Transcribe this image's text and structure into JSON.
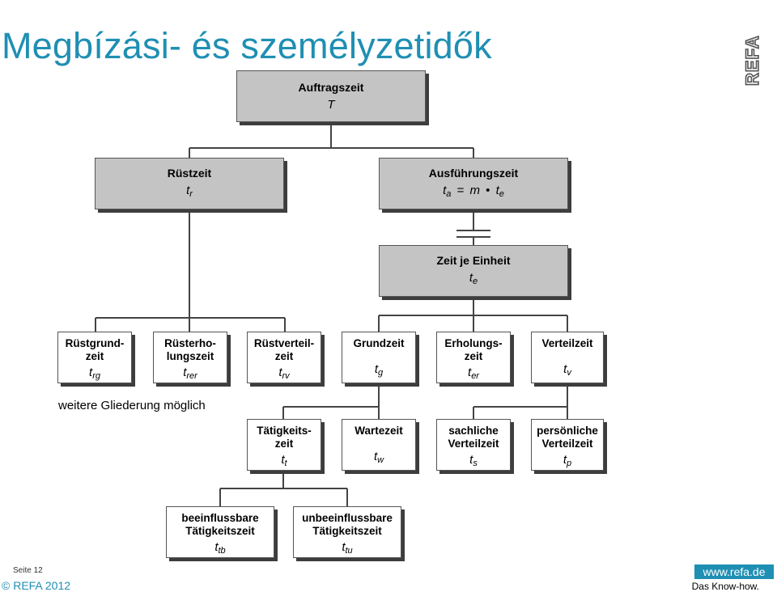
{
  "title": "Megbízási- és személyzetidők",
  "logo_text": "REFA",
  "nodes": {
    "auftragszeit": {
      "label": "Auftragszeit",
      "symbol": "T"
    },
    "ruestzeit": {
      "label": "Rüstzeit",
      "sym_base": "t",
      "sym_sub": "r"
    },
    "ausfuehrungszeit": {
      "label": "Ausführungszeit",
      "sym_a": "t",
      "sym_a_sub": "a",
      "eq": "=",
      "m": "m",
      "dot": "•",
      "sym_b": "t",
      "sym_b_sub": "e"
    },
    "zeit_je_einheit": {
      "label": "Zeit je Einheit",
      "sym_base": "t",
      "sym_sub": "e"
    },
    "ruestgrundzeit": {
      "label_1": "Rüstgrund-",
      "label_2": "zeit",
      "sym_base": "t",
      "sym_sub": "rg"
    },
    "ruesterholungszeit": {
      "label_1": "Rüsterho-",
      "label_2": "lungszeit",
      "sym_base": "t",
      "sym_sub": "rer"
    },
    "ruestverteilzeit": {
      "label_1": "Rüstverteil-",
      "label_2": "zeit",
      "sym_base": "t",
      "sym_sub": "rv"
    },
    "grundzeit": {
      "label": "Grundzeit",
      "sym_base": "t",
      "sym_sub": "g"
    },
    "erholungszeit": {
      "label_1": "Erholungs-",
      "label_2": "zeit",
      "sym_base": "t",
      "sym_sub": "er"
    },
    "verteilzeit": {
      "label": "Verteilzeit",
      "sym_base": "t",
      "sym_sub": "v"
    },
    "taetigkeitszeit": {
      "label_1": "Tätigkeits-",
      "label_2": "zeit",
      "sym_base": "t",
      "sym_sub": "t"
    },
    "wartezeit": {
      "label": "Wartezeit",
      "sym_base": "t",
      "sym_sub": "w"
    },
    "sachliche_verteilzeit": {
      "label_1": "sachliche",
      "label_2": "Verteilzeit",
      "sym_base": "t",
      "sym_sub": "s"
    },
    "persoenliche_verteilzeit": {
      "label_1": "persönliche",
      "label_2": "Verteilzeit",
      "sym_base": "t",
      "sym_sub": "p"
    },
    "beeinflussbare": {
      "label_1": "beeinflussbare",
      "label_2": "Tätigkeitszeit",
      "sym_base": "t",
      "sym_sub": "tb"
    },
    "unbeeinflussbare": {
      "label_1": "unbeeinflussbare",
      "label_2": "Tätigkeitszeit",
      "sym_base": "t",
      "sym_sub": "tu"
    }
  },
  "note": "weitere Gliederung möglich",
  "footer": {
    "page": "Seite 12",
    "copyright": "© REFA 2012",
    "website": "www.refa.de",
    "slogan": "Das Know-how."
  }
}
